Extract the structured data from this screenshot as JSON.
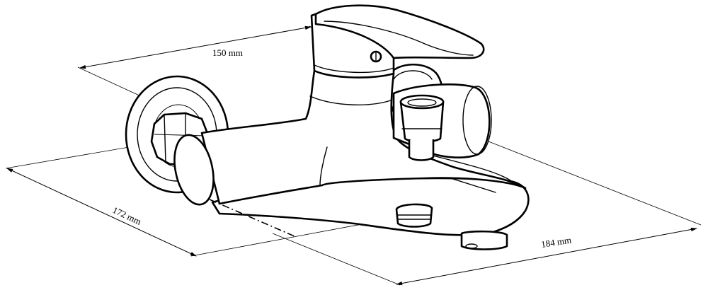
{
  "dimensions": {
    "width_label": "150 mm",
    "depth_label": "172 mm",
    "spout_label": "184 mm"
  },
  "colors": {
    "line": "#000000",
    "background": "#ffffff"
  }
}
